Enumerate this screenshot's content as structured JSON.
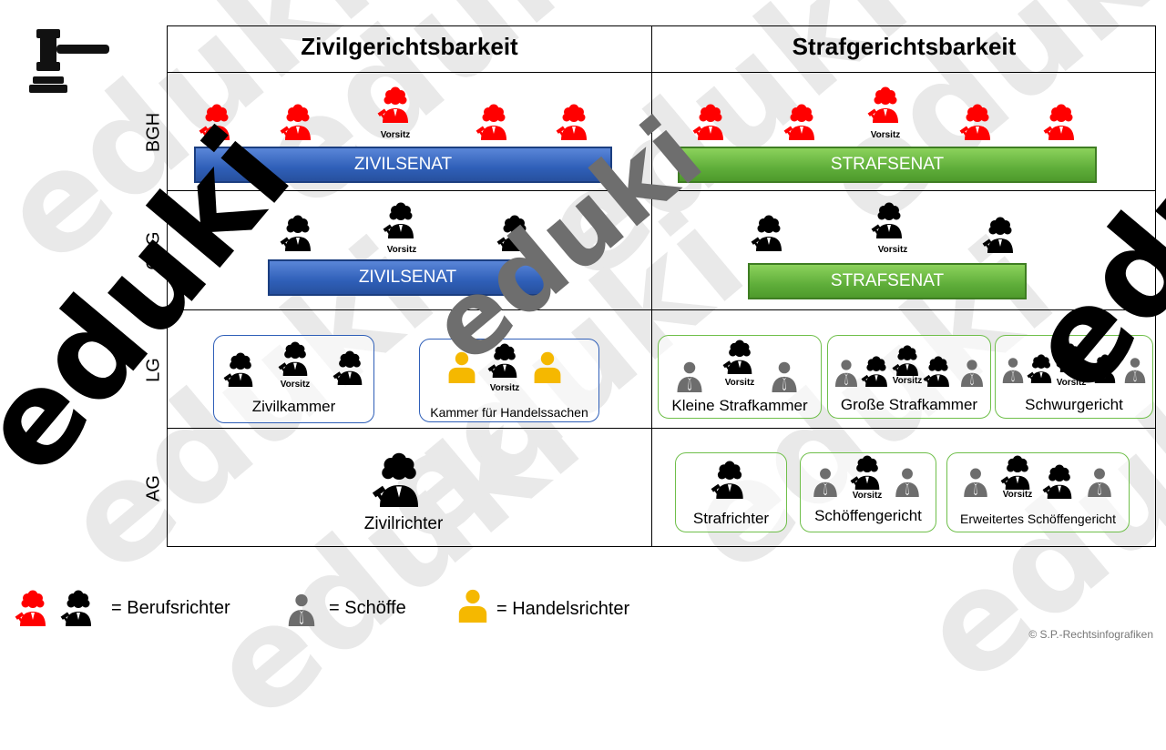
{
  "columns": {
    "civil": "Zivilgerichtsbarkeit",
    "criminal": "Strafgerichtsbarkeit"
  },
  "rows": {
    "bgh": "BGH",
    "olg": "OLG",
    "lg": "LG",
    "ag": "AG"
  },
  "vorsitz": "Vorsitz",
  "bgh": {
    "civil_bar": "ZIVILSENAT",
    "criminal_bar": "STRAFSENAT"
  },
  "olg": {
    "civil_bar": "ZIVILSENAT",
    "criminal_bar": "STRAFSENAT"
  },
  "lg": {
    "zivilkammer": "Zivilkammer",
    "handelskammer": "Kammer für Handelssachen",
    "kleine": "Kleine Strafkammer",
    "grosse": "Große Strafkammer",
    "schwur": "Schwurgericht"
  },
  "ag": {
    "zivilrichter": "Zivilrichter",
    "strafrichter": "Strafrichter",
    "schoeffengericht": "Schöffengericht",
    "erweitert": "Erweitertes Schöffengericht"
  },
  "legend": {
    "berufsrichter": "= Berufsrichter",
    "schoeffe": "= Schöffe",
    "handelsrichter": "= Handelsrichter"
  },
  "watermark": "eduki",
  "copyright": "© S.P.-Rechtsinfografiken",
  "colors": {
    "judge_red": "#ff0000",
    "judge_black": "#000000",
    "schoeffe_gray": "#6d6d6d",
    "handel_yellow": "#f5b800",
    "bar_blue": "#2f5fb8",
    "bar_green": "#5fae3a"
  },
  "icons": [
    "gavel-icon",
    "judge-icon",
    "schoeffe-icon",
    "handelsrichter-icon"
  ]
}
